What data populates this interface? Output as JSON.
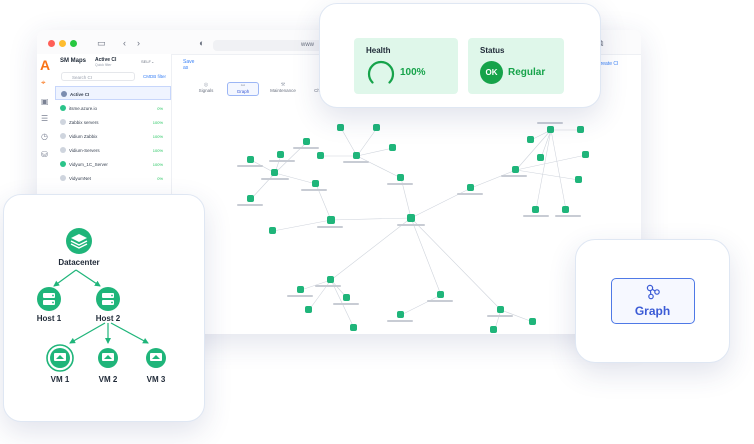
{
  "browser": {
    "url_text": "www"
  },
  "sidebar": {
    "title": "SM Maps",
    "selector_title": "Active CI",
    "selector_sub": "Quick filter",
    "selector_value": "SELF",
    "save_label": "Save as",
    "search_placeholder": "Search CI",
    "filter_label": "CMDB filter",
    "items": [
      {
        "label": "Active CI",
        "pct": ""
      },
      {
        "label": "itsme.azure.io",
        "pct": "0%"
      },
      {
        "label": "Zabbix servers",
        "pct": "100%"
      },
      {
        "label": "Vidium Zabbix",
        "pct": "100%"
      },
      {
        "label": "Vidium-Servers",
        "pct": "100%"
      },
      {
        "label": "Vidyum_1C_Server",
        "pct": "100%"
      },
      {
        "label": "VidyumNet",
        "pct": "0%"
      }
    ]
  },
  "toolbar": {
    "tabs": [
      "Signals",
      "Graph",
      "Maintenance",
      "Changelog"
    ],
    "create_label": "Create CI"
  },
  "health_card": {
    "health_label": "Health",
    "health_value": "100%",
    "health_fraction": 1.0,
    "status_label": "Status",
    "status_badge": "OK",
    "status_value": "Regular",
    "accent": "#16a34a",
    "tile_bg": "#dff7ea"
  },
  "graph_card": {
    "label": "Graph",
    "accent": "#3b5bd6"
  },
  "tree": {
    "root": "Datacenter",
    "hosts": [
      "Host 1",
      "Host 2"
    ],
    "vms": [
      "VM 1",
      "VM 2",
      "VM 3"
    ],
    "node_color": "#1fb57a"
  }
}
